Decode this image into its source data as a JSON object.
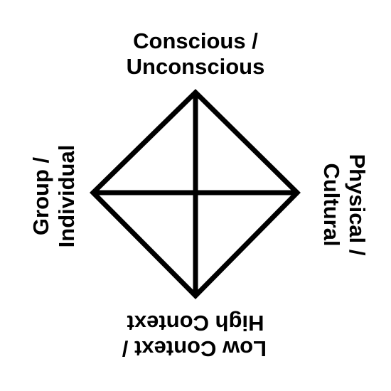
{
  "diagram": {
    "top_label": [
      "Conscious /",
      "Unconscious"
    ],
    "right_label": [
      "Physical /",
      "Cultural"
    ],
    "bottom_label": [
      "Low Context /",
      "High Context"
    ],
    "left_label": [
      "Group /",
      "Individual"
    ],
    "stroke_color": "#000000",
    "background_color": "#ffffff"
  }
}
